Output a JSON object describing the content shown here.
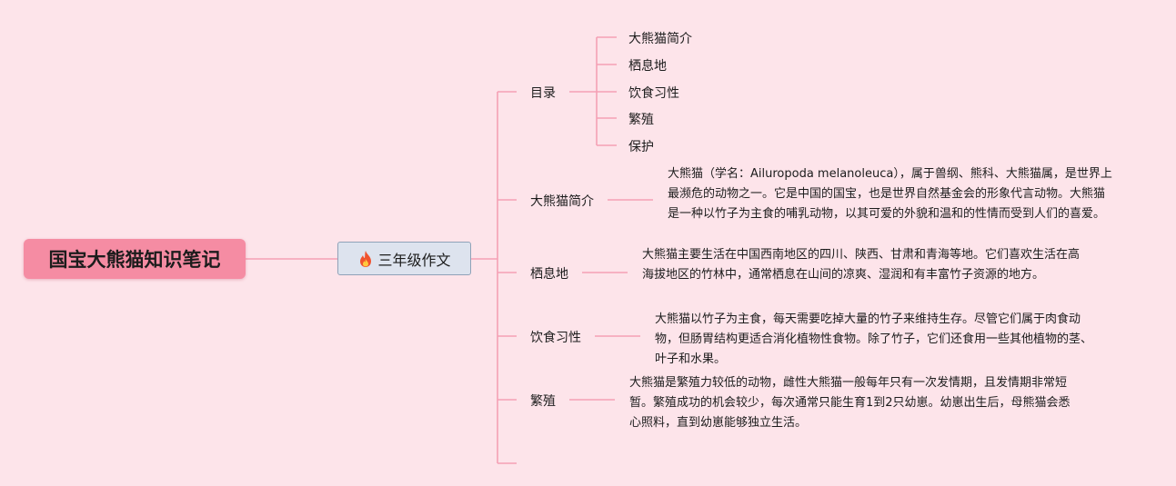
{
  "root": {
    "title": "国宝大熊猫知识笔记"
  },
  "subtopic": {
    "label": "三年级作文",
    "icon": "fire-icon"
  },
  "branches": [
    {
      "label": "目录"
    },
    {
      "label": "大熊猫简介"
    },
    {
      "label": "栖息地"
    },
    {
      "label": "饮食习性"
    },
    {
      "label": "繁殖"
    }
  ],
  "toc": [
    "大熊猫简介",
    "栖息地",
    "饮食习性",
    "繁殖",
    "保护"
  ],
  "descriptions": {
    "intro": "大熊猫（学名：Ailuropoda melanoleuca），属于兽纲、熊科、大熊猫属，是世界上最濒危的动物之一。它是中国的国宝，也是世界自然基金会的形象代言动物。大熊猫是一种以竹子为主食的哺乳动物，以其可爱的外貌和温和的性情而受到人们的喜爱。",
    "habitat": "大熊猫主要生活在中国西南地区的四川、陕西、甘肃和青海等地。它们喜欢生活在高海拔地区的竹林中，通常栖息在山间的凉爽、湿润和有丰富竹子资源的地方。",
    "diet": "大熊猫以竹子为主食，每天需要吃掉大量的竹子来维持生存。尽管它们属于肉食动物，但肠胃结构更适合消化植物性食物。除了竹子，它们还食用一些其他植物的茎、叶子和水果。",
    "breeding": "大熊猫是繁殖力较低的动物，雌性大熊猫一般每年只有一次发情期，且发情期非常短暂。繁殖成功的机会较少，每次通常只能生育1到2只幼崽。幼崽出生后，母熊猫会悉心照料，直到幼崽能够独立生活。"
  },
  "colors": {
    "background": "#fde4ea",
    "line": "#f5a0b4",
    "root_fill": "#f58ca3",
    "subtopic_fill": "#dde3ee",
    "subtopic_border": "#8fa2b8"
  }
}
